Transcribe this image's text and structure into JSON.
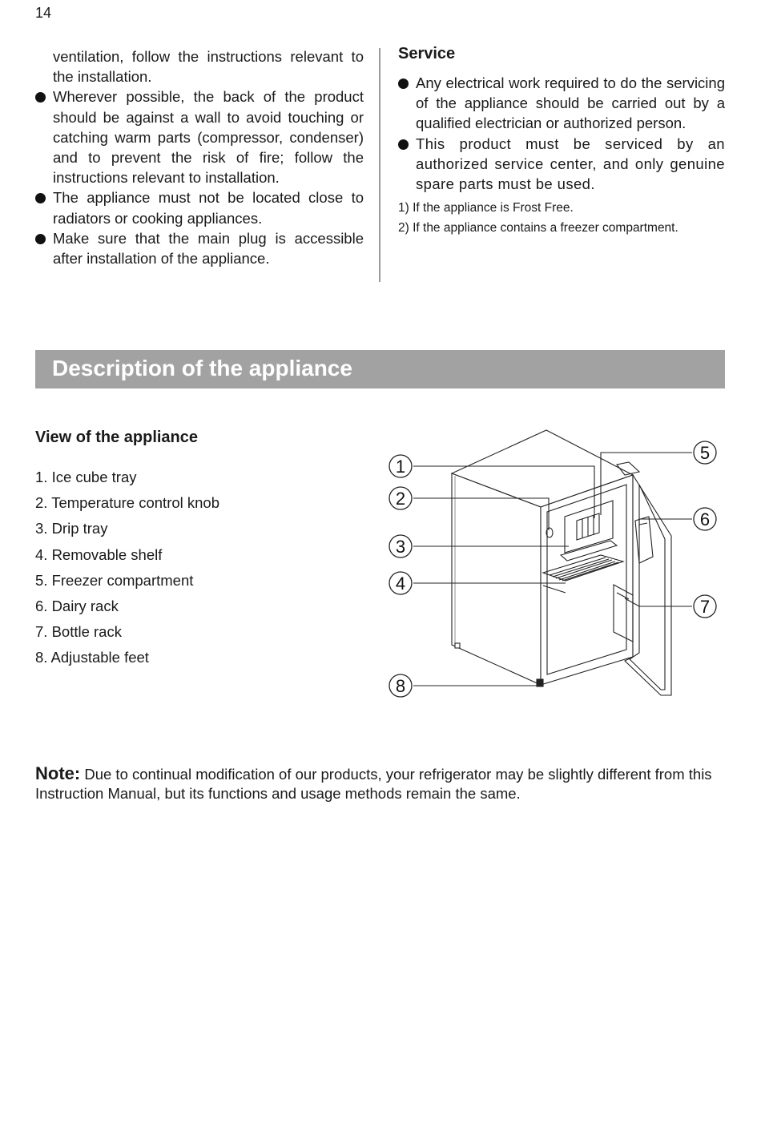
{
  "page_number": "14",
  "left_column": {
    "continuation": "ventilation, follow the instructions relevant to the  installation.",
    "bullets": [
      "Wherever possible, the back of the product should be against a wall to avoid touching or catching warm parts (compressor, condenser) and to prevent the risk of fire; follow the instructions relevant to installation.",
      "The appliance must not be located close to radiators or cooking appliances.",
      "Make sure that the main plug is accessible after installation of the appliance."
    ]
  },
  "service": {
    "title": "Service",
    "bullets": [
      "Any electrical work required to do the servicing of the appliance should be carried out by a qualified electrician or authorized person.",
      "This product must be serviced by an authorized service center, and only genuine spare parts must be used."
    ],
    "footnotes": [
      "1) If the appliance is Frost Free.",
      "2) If the appliance contains a freezer compartment."
    ]
  },
  "section_banner": "Description of the appliance",
  "view": {
    "title": "View of the appliance",
    "parts": [
      "1. Ice cube tray",
      "2. Temperature control knob",
      "3. Drip tray",
      "4. Removable shelf",
      "5. Freezer compartment",
      "6. Dairy rack",
      "7. Bottle rack",
      "8. Adjustable feet"
    ],
    "callouts": [
      "1",
      "2",
      "3",
      "4",
      "5",
      "6",
      "7",
      "8"
    ]
  },
  "note": {
    "label": "Note:",
    "text": " Due to continual modification of our products, your refrigerator may be slightly different from this Instruction Manual, but its functions and usage methods remain the same."
  },
  "colors": {
    "banner": "#a2a2a2",
    "text": "#1a1a1a"
  }
}
